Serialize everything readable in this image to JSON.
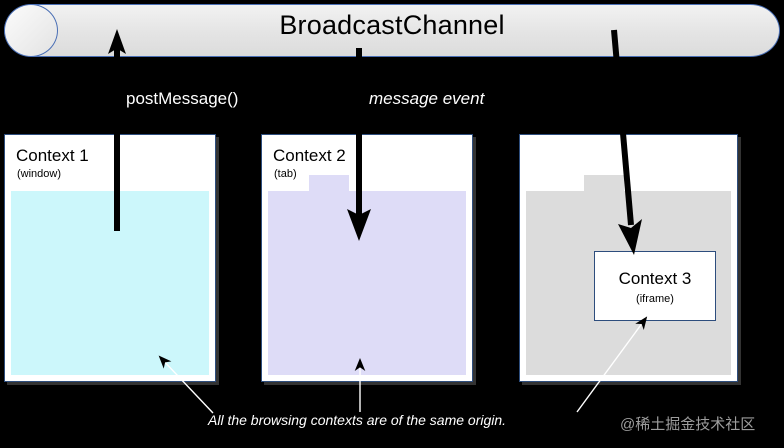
{
  "channel": {
    "title": "BroadcastChannel"
  },
  "links": {
    "post_message": "postMessage()",
    "message_event": "message event"
  },
  "contexts": [
    {
      "title": "Context 1",
      "subtitle": "(window)",
      "fill_color": "#ccf7fb"
    },
    {
      "title": "Context 2",
      "subtitle": "(tab)",
      "fill_color": "#dedcf7"
    },
    {
      "title": "",
      "subtitle": "",
      "fill_color": "#dcdcdc"
    }
  ],
  "inner_context": {
    "title": "Context 3",
    "subtitle": "(iframe)"
  },
  "caption": "All the browsing contexts are of the same origin.",
  "watermark": "@稀土掘金技术社区",
  "colors": {
    "background": "#000000",
    "channel_border": "#4a6fb5",
    "box_border": "#2d4d7d",
    "context1_fill": "#ccf7fb",
    "context2_fill": "#dedcf7",
    "context3_fill": "#dcdcdc",
    "arrow": "#000000",
    "text_on_black": "#ffffff"
  }
}
